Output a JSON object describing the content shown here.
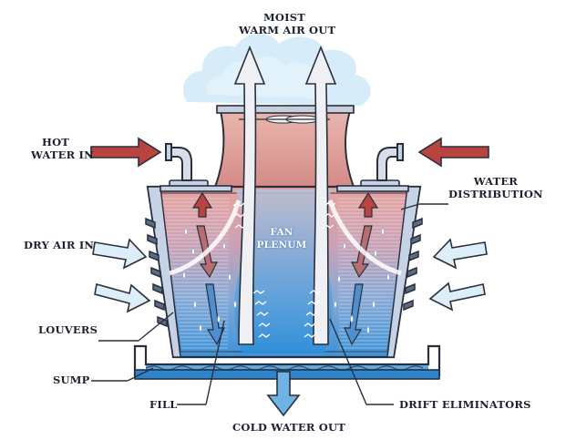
{
  "labels": {
    "moist_warm_air_out": [
      "MOIST",
      "WARM AIR OUT"
    ],
    "hot_water_in": [
      "HOT",
      "WATER IN"
    ],
    "water_distribution": [
      "WATER",
      "DISTRIBUTION"
    ],
    "dry_air_in": "DRY AIR IN",
    "louvers": "LOUVERS",
    "sump": "SUMP",
    "fill": "FILL",
    "drift_eliminators": "DRIFT ELIMINATORS",
    "cold_water_out": "COLD WATER OUT",
    "fan_plenum": [
      "FAN",
      "PLENUM"
    ]
  },
  "colors": {
    "hot_arrow": "#b9443f",
    "cool_arrow": "#dceef8",
    "warm_air": "#d98a86",
    "cool_water": "#3f97d8",
    "steam": "#cfe9f7",
    "outline": "#2a2f3d"
  },
  "icons": [
    "hot-water-arrow-icon",
    "dry-air-arrow-icon",
    "moist-air-arrow-icon",
    "cold-water-out-arrow-icon",
    "water-drop-icon",
    "pipe-icon"
  ]
}
